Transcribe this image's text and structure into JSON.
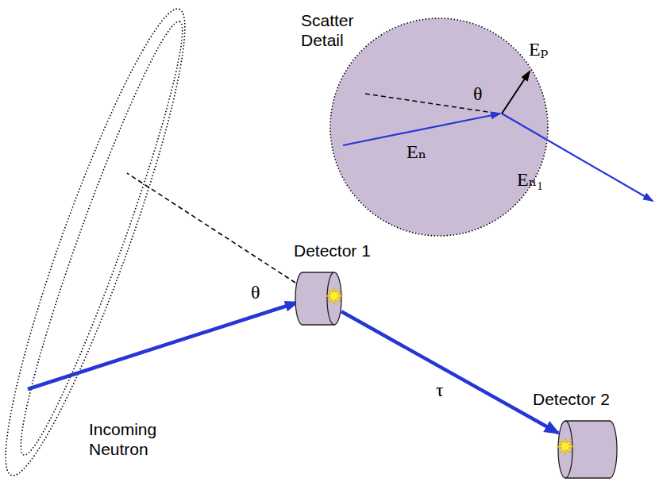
{
  "diagram": {
    "nodes": [
      {
        "text": [
          "Scatter Detail",
          "Eₚ",
          "θ",
          "Eₙ",
          "Eₙ₁"
        ]
      },
      {
        "text": [
          "Detector 1"
        ]
      },
      {
        "text": [
          "Detector 2"
        ]
      }
    ],
    "edges": [
      {
        "from": 1,
        "to": 2,
        "arrow": "to",
        "label": "τ"
      }
    ],
    "labels": [
      "θ",
      "Incoming Neutron"
    ]
  }
}
